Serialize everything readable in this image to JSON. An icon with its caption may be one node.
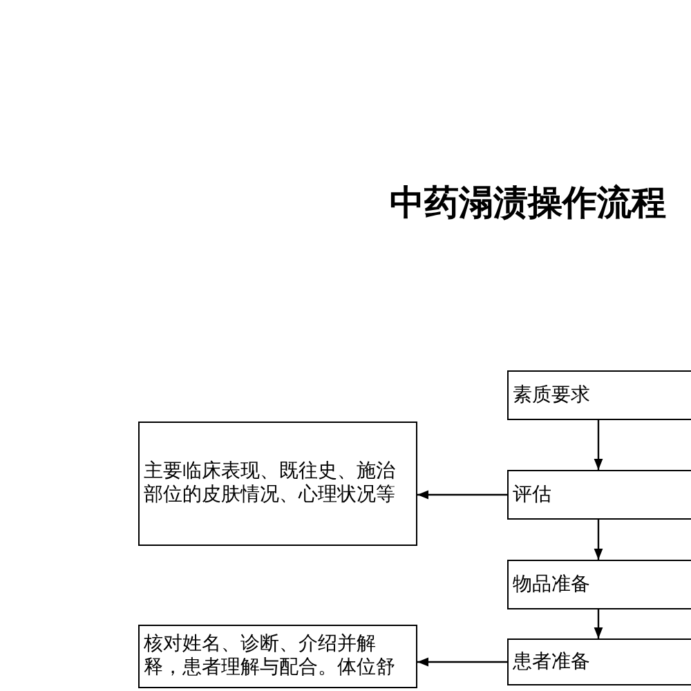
{
  "diagram": {
    "title": "中药溻渍操作流程",
    "nodes": [
      {
        "text": [
          "素质要求"
        ]
      },
      {
        "text": [
          "主要临床表现、既往史、施治部位的皮肤情况、心理状况等"
        ]
      },
      {
        "text": [
          "评估"
        ]
      },
      {
        "text": [
          "物品准备"
        ]
      },
      {
        "text": [
          "核对姓名、诊断、介绍并解释，患者理解与配合。体位舒"
        ]
      },
      {
        "text": [
          "患者准备"
        ]
      }
    ],
    "edges": [
      {
        "from": 0,
        "to": 2,
        "arrow": "to"
      },
      {
        "from": 2,
        "to": 1,
        "arrow": "to"
      },
      {
        "from": 2,
        "to": 3,
        "arrow": "to"
      },
      {
        "from": 3,
        "to": 5,
        "arrow": "to"
      },
      {
        "from": 5,
        "to": 4,
        "arrow": "to"
      }
    ]
  }
}
